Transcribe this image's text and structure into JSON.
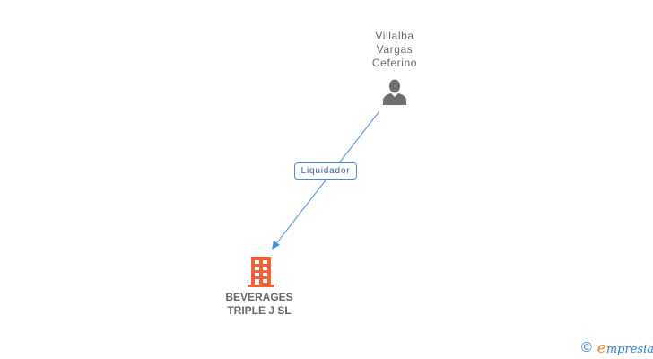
{
  "diagram": {
    "nodes": [
      {
        "id": "person",
        "type": "person",
        "label_lines": [
          "Villalba",
          "Vargas",
          "Ceferino"
        ],
        "icon": "person-icon",
        "color": "#6e6e6e"
      },
      {
        "id": "company",
        "type": "company",
        "label_lines": [
          "BEVERAGES",
          "TRIPLE J SL"
        ],
        "icon": "building-icon",
        "color": "#f4623a"
      }
    ],
    "edges": [
      {
        "from": "person",
        "to": "company",
        "label": "Liquidador",
        "color": "#4a89dc"
      }
    ]
  },
  "branding": {
    "copyright_symbol": "©",
    "name_first": "e",
    "name_rest": "mpresia"
  }
}
